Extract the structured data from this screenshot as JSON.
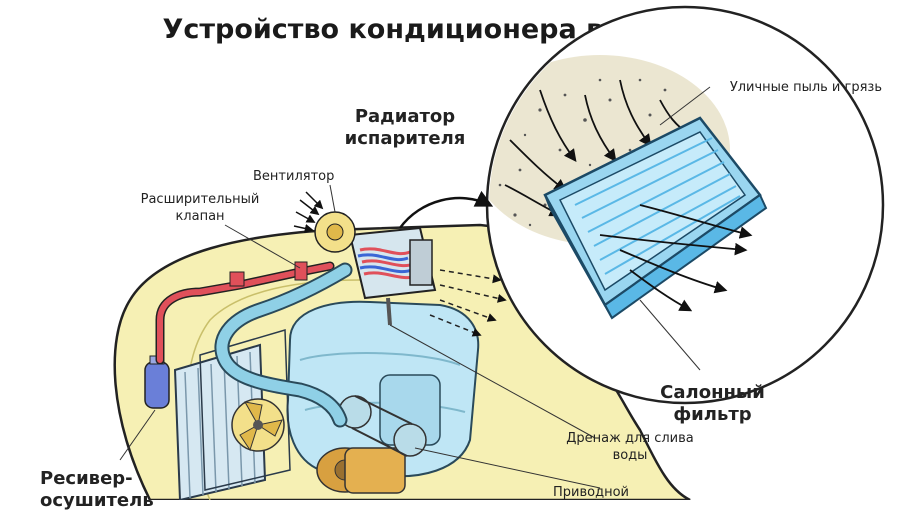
{
  "title": "Устройство кондиционера в машине",
  "labels": {
    "street_dust": "Уличные пыль и грязь",
    "evaporator": "Радиатор испарителя",
    "fan": "Вентилятор",
    "expansion_valve": "Расширительный клапан",
    "cabin_filter": "Салонный фильтр",
    "drain": "Дренаж для слива воды",
    "receiver_dryer": "Ресивер-осушитель",
    "drive": "Приводной"
  },
  "colors": {
    "car_body": "#f6f0b4",
    "engine": "#bfe6f5",
    "pipe_blue": "#8fd0e6",
    "pipe_red": "#e0505a",
    "filter_frame": "#5ab8e6",
    "dust_bg": "#e6e0c6"
  }
}
